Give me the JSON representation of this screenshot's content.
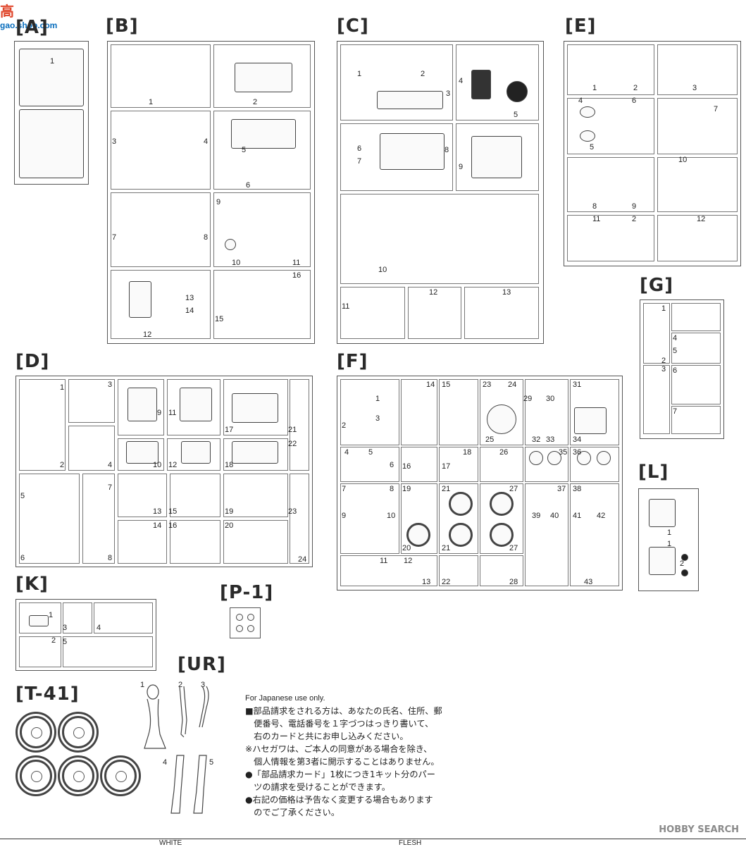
{
  "watermark_top": {
    "logo": "高",
    "site": "gao.shop.com"
  },
  "watermark_bottom": "HOBBY SEARCH",
  "sprues": {
    "A": "[A]",
    "B": "[B]",
    "C": "[C]",
    "E": "[E]",
    "G": "[G]",
    "D": "[D]",
    "F": "[F]",
    "L": "[L]",
    "K": "[K]",
    "P1": "[P-1]",
    "UR": "[UR]",
    "T41": "[T-41]"
  },
  "nums": {
    "a": [
      "1"
    ],
    "b": [
      "1",
      "2",
      "3",
      "4",
      "5",
      "6",
      "7",
      "8",
      "9",
      "10",
      "11",
      "12",
      "13",
      "14",
      "15",
      "16"
    ],
    "c": [
      "1",
      "2",
      "3",
      "4",
      "5",
      "6",
      "7",
      "8",
      "9",
      "10",
      "11",
      "12",
      "13"
    ],
    "e": [
      "1",
      "2",
      "3",
      "4",
      "5",
      "6",
      "7",
      "8",
      "9",
      "10",
      "11",
      "12",
      "2"
    ],
    "g": [
      "1",
      "2",
      "3",
      "4",
      "5",
      "6",
      "7"
    ],
    "d": [
      "1",
      "2",
      "3",
      "4",
      "5",
      "6",
      "7",
      "8",
      "9",
      "10",
      "11",
      "12",
      "13",
      "14",
      "15",
      "16",
      "17",
      "18",
      "19",
      "20",
      "21",
      "22",
      "23",
      "24"
    ],
    "f": [
      "1",
      "2",
      "3",
      "4",
      "5",
      "6",
      "7",
      "8",
      "9",
      "10",
      "11",
      "12",
      "13",
      "14",
      "15",
      "16",
      "17",
      "18",
      "19",
      "20",
      "21",
      "21",
      "22",
      "23",
      "24",
      "25",
      "26",
      "27",
      "27",
      "28",
      "29",
      "30",
      "31",
      "32",
      "33",
      "34",
      "35",
      "36",
      "37",
      "38",
      "39",
      "40",
      "41",
      "42",
      "43"
    ],
    "l": [
      "1",
      "1",
      "2"
    ],
    "k": [
      "1",
      "2",
      "3",
      "4",
      "5"
    ],
    "ur": [
      "1",
      "2",
      "3",
      "4",
      "5"
    ]
  },
  "japanese_notice": {
    "heading": "For Japanese use only.",
    "lines": [
      "■部品請求をされる方は、あなたの氏名、住所、郵",
      "　便番号、電話番号を１字づつはっきり書いて、",
      "　右のカードと共にお申し込みください。",
      "※ハセガワは、ご本人の同意がある場合を除き、",
      "　個人情報を第3者に開示することはありません。",
      "●「部品請求カード」1枚につき1キット分のパー",
      "　ツの請求を受けることができます。",
      "●右記の価格は予告なく変更する場合もあります",
      "　のでご了承ください。"
    ]
  },
  "footer": {
    "left": "WHITE",
    "mid": "FLESH"
  }
}
